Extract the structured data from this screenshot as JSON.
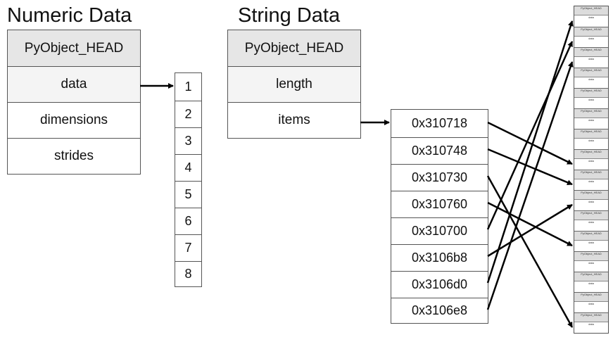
{
  "numeric": {
    "title": "Numeric Data",
    "fields": [
      "PyObject_HEAD",
      "data",
      "dimensions",
      "strides"
    ],
    "values": [
      "1",
      "2",
      "3",
      "4",
      "5",
      "6",
      "7",
      "8"
    ]
  },
  "string": {
    "title": "String Data",
    "fields": [
      "PyObject_HEAD",
      "length",
      "items"
    ],
    "pointers": [
      "0x310718",
      "0x310748",
      "0x310730",
      "0x310760",
      "0x310700",
      "0x3106b8",
      "0x3106d0",
      "0x3106e8"
    ]
  },
  "heap": {
    "object_count": 16,
    "object_header_text": "PyObject_HEAD",
    "object_data_text": "data"
  },
  "links": [
    {
      "from": 0,
      "to": 7
    },
    {
      "from": 1,
      "to": 8
    },
    {
      "from": 2,
      "to": 15
    },
    {
      "from": 3,
      "to": 11
    },
    {
      "from": 4,
      "to": 1
    },
    {
      "from": 5,
      "to": 9
    },
    {
      "from": 6,
      "to": 0
    },
    {
      "from": 7,
      "to": 2
    }
  ]
}
